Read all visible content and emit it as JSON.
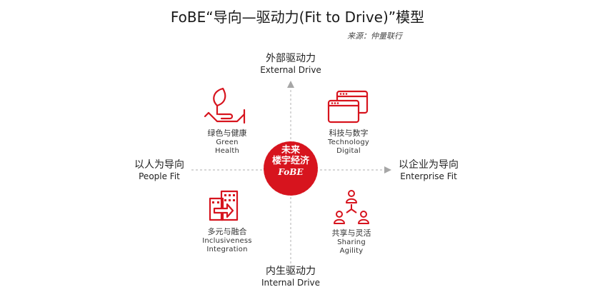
{
  "title": "FoBE“导向—驱动力(Fit to Drive)”模型",
  "source": "来源：仲量联行",
  "axes": {
    "top": {
      "zh": "外部驱动力",
      "en": "External Drive"
    },
    "bottom": {
      "zh": "内生驱动力",
      "en": "Internal Drive"
    },
    "left": {
      "zh": "以人为导向",
      "en": "People Fit"
    },
    "right": {
      "zh": "以企业为导向",
      "en": "Enterprise Fit"
    }
  },
  "quadrants": {
    "top_left": {
      "zh": "绿色与健康",
      "en1": "Green",
      "en2": "Health",
      "icon": "hand-plant-icon"
    },
    "top_right": {
      "zh": "科技与数字",
      "en1": "Technology",
      "en2": "Digital",
      "icon": "browser-windows-icon"
    },
    "bottom_left": {
      "zh": "多元与融合",
      "en1": "Inclusiveness",
      "en2": "Integration",
      "icon": "building-arrow-icon"
    },
    "bottom_right": {
      "zh": "共享与灵活",
      "en1": "Sharing",
      "en2": "Agility",
      "icon": "people-network-icon"
    }
  },
  "seal": {
    "line1": "未来",
    "line2": "楼宇经济",
    "line3": "FoBE"
  },
  "colors": {
    "accent": "#d7141e",
    "axis": "#bfbfbf",
    "arrow": "#a6a6a6"
  }
}
